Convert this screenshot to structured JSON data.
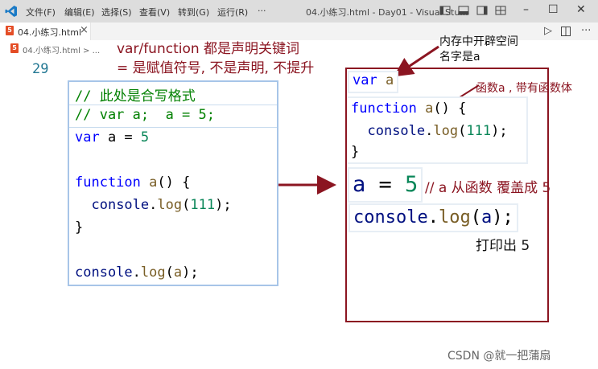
{
  "titlebar": {
    "menu": [
      "文件(F)",
      "编辑(E)",
      "选择(S)",
      "查看(V)",
      "转到(G)",
      "运行(R)",
      "···"
    ],
    "window_title": "04.小练习.html - Day01 - Visual Stu..."
  },
  "tab": {
    "label": "04.小练习.html",
    "close": "×",
    "icon_text": "5"
  },
  "breadcrumb": {
    "label": "04.小练习.html > ..."
  },
  "gutter": {
    "line_number": "29"
  },
  "annotations": {
    "top_line1": "var/function 都是声明关键词",
    "top_line2": "= 是赋值符号, 不是声明, 不提升",
    "memory_line1": "内存中开辟空间",
    "memory_line2": "名字是a",
    "fn_body_note": "函数a , 带有函数体",
    "override_note": "// a 从函数 覆盖成 5",
    "print_note": "打印出 5"
  },
  "code": {
    "line1_comment": "// 此处是合写格式",
    "line2_comment": "// var a;  a = 5;",
    "line3_kw": "var",
    "line3_rest": " a = ",
    "line3_num": "5",
    "line4_kw": "function",
    "line4_fn": " a",
    "line4_rest": "() {",
    "line5_indent": "  ",
    "line5_obj": "console",
    "line5_dot": ".",
    "line5_fn": "log",
    "line5_open": "(",
    "line5_num": "111",
    "line5_close": ");",
    "line6": "}",
    "line7_obj": "console",
    "line7_dot": ".",
    "line7_fn": "log",
    "line7_open": "(",
    "line7_arg": "a",
    "line7_close": ");"
  },
  "memory": {
    "decl_kw": "var",
    "decl_name": " a",
    "fn_kw": "function",
    "fn_name": " a",
    "fn_rest": "() {",
    "fn_indent": "  ",
    "fn_obj": "console",
    "fn_dot": ".",
    "fn_log": "log",
    "fn_open": "(",
    "fn_num": "111",
    "fn_close": ");",
    "fn_end": "}",
    "assign_name": "a",
    "assign_eq": " = ",
    "assign_num": "5",
    "log_obj": "console",
    "log_dot": ".",
    "log_fn": "log",
    "log_open": "(",
    "log_arg": "a",
    "log_close": ");"
  },
  "watermark": "CSDN @就一把蒲扇",
  "colors": {
    "annotation": "#8b1521",
    "keyword": "#0000ff",
    "function": "#795e26",
    "number": "#098658",
    "comment": "#008000",
    "box_border": "#8b1521",
    "panel_border": "#a7c5e8"
  }
}
